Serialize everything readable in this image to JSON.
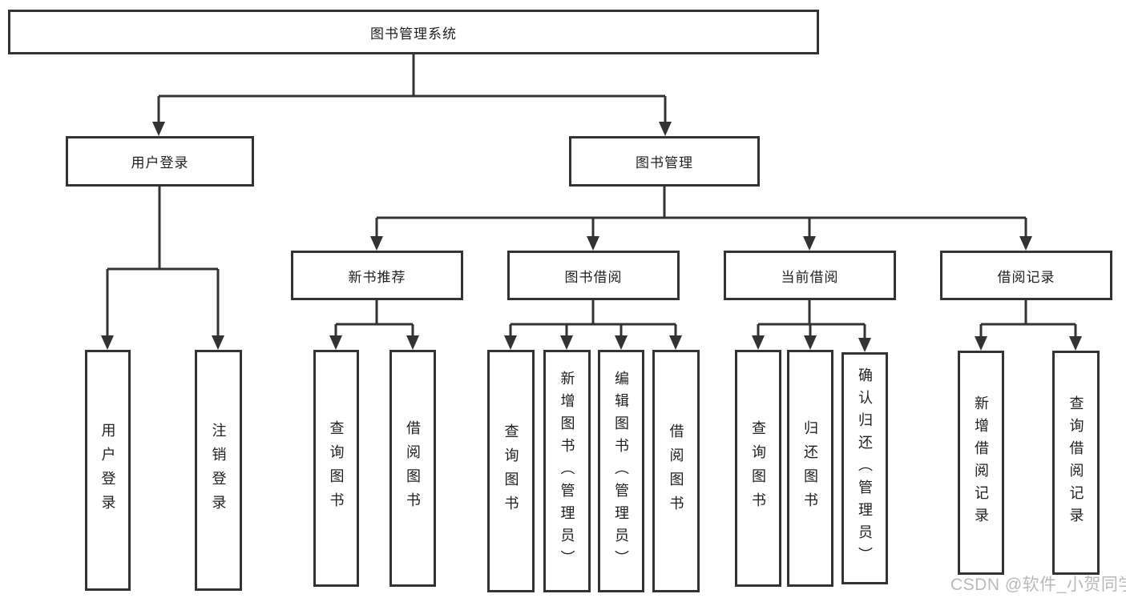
{
  "colors": {
    "line": "#333333",
    "border": "#333333",
    "text": "#1f1f1f",
    "background": "#ffffff",
    "watermark": "#b9b9b9"
  },
  "watermark": "CSDN @软件_小贺同学",
  "tree": {
    "root": "图书管理系统",
    "branches": [
      {
        "label": "用户登录",
        "children": [
          "用户登录",
          "注销登录"
        ]
      },
      {
        "label": "图书管理",
        "groups": [
          {
            "label": "新书推荐",
            "children": [
              "查询图书",
              "借阅图书"
            ]
          },
          {
            "label": "图书借阅",
            "children": [
              "查询图书",
              "新增图书（管理员）",
              "编辑图书（管理员）",
              "借阅图书"
            ]
          },
          {
            "label": "当前借阅",
            "children": [
              "查询图书",
              "归还图书",
              "确认归还（管理员）"
            ]
          },
          {
            "label": "借阅记录",
            "children": [
              "新增借阅记录",
              "查询借阅记录"
            ]
          }
        ]
      }
    ]
  }
}
